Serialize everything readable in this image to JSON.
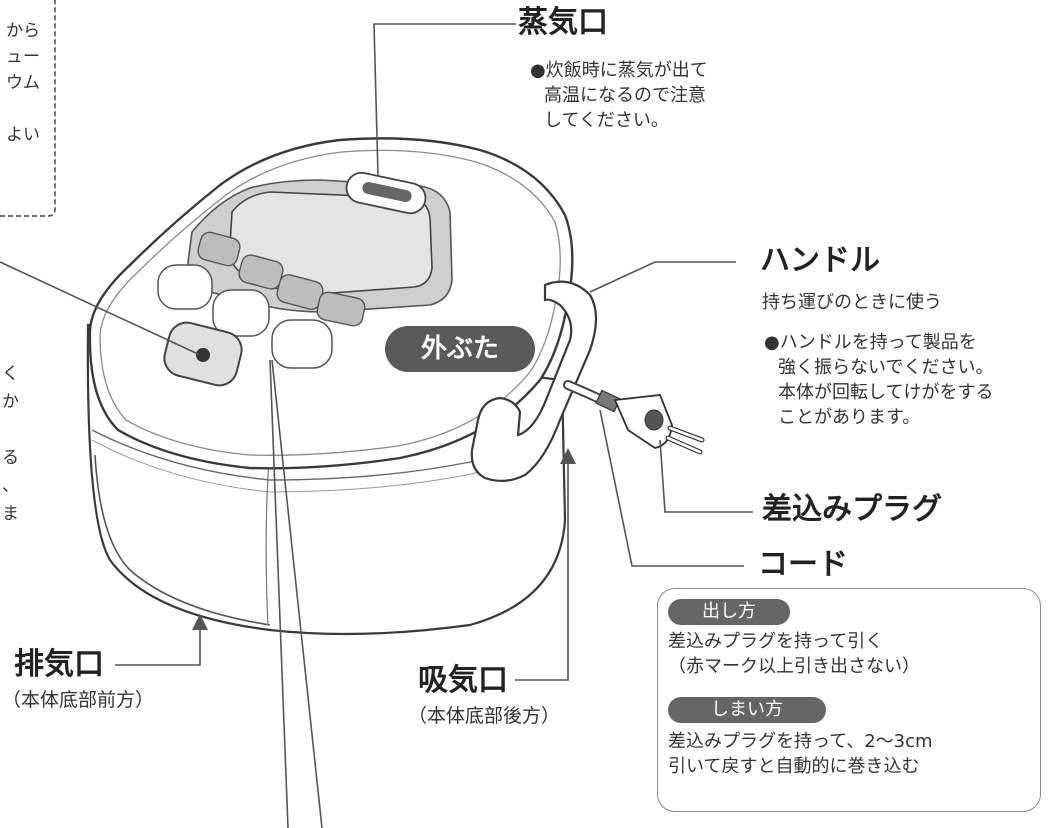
{
  "steam_vent": {
    "title": "蒸気口",
    "note": [
      "●炊飯時に蒸気が出て",
      "高温になるので注意",
      "してください。"
    ]
  },
  "handle": {
    "title": "ハンドル",
    "description": "持ち運びのときに使う",
    "note": [
      "●ハンドルを持って製品を",
      "強く振らないでください。",
      "本体が回転してけがをする",
      "ことがあります。"
    ]
  },
  "plug": {
    "title": "差込みプラグ"
  },
  "cord": {
    "title": "コード",
    "box": {
      "pull_label": "出し方",
      "pull_text": [
        "差込みプラグを持って引く",
        "（赤マーク以上引き出さない）"
      ],
      "store_label": "しまい方",
      "store_text": [
        "差込みプラグを持って、2〜3cm",
        "引いて戻すと自動的に巻き込む"
      ]
    }
  },
  "outer_lid": {
    "label": "外ぶた"
  },
  "exhaust": {
    "title": "排気口",
    "sub": "（本体底部前方）"
  },
  "intake": {
    "title": "吸気口",
    "sub": "（本体底部後方）"
  },
  "clipped_top_left": [
    "から",
    "ュー",
    "ウム",
    "よい"
  ],
  "clipped_left": [
    "く",
    "か",
    "る",
    "、",
    "ま"
  ]
}
